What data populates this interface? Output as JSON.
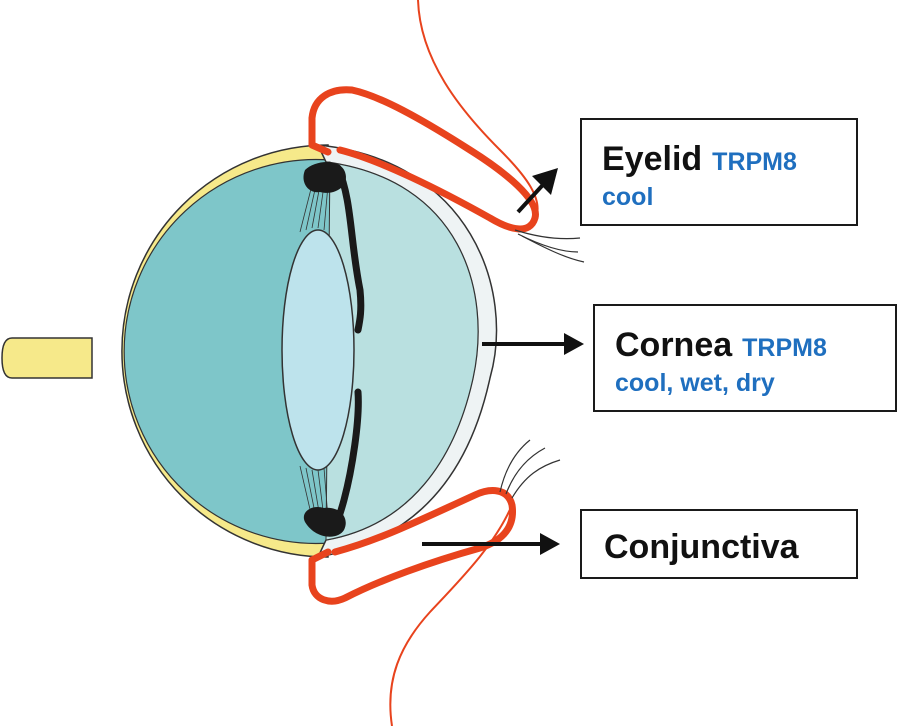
{
  "labels": {
    "eyelid": {
      "name": "Eyelid",
      "gene": "TRPM8",
      "stimulus": "cool"
    },
    "cornea": {
      "name": "Cornea",
      "gene": "TRPM8",
      "stimulus": "cool, wet, dry"
    },
    "conjunctiva": {
      "name": "Conjunctiva"
    }
  },
  "colors": {
    "sclera_yellow": "#f6e98a",
    "vitreous": "#7ec6c9",
    "anterior_chamber": "#b9e0e0",
    "lens": "#bde3ec",
    "eyelid_nerve": "#e8431d",
    "label_blue": "#1f6fbf",
    "outline": "#1a1a1a"
  }
}
